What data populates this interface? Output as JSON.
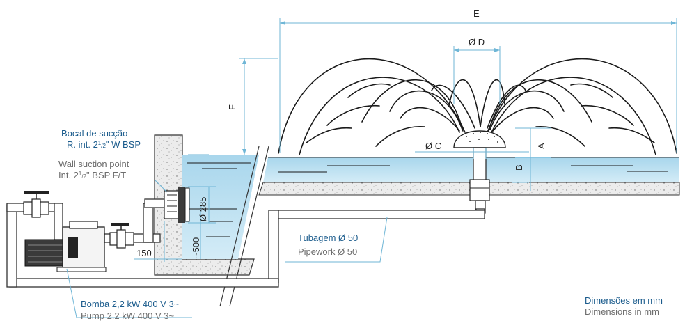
{
  "labels": {
    "dim_E": "E",
    "dim_D": "Ø D",
    "dim_F": "F",
    "dim_C": "Ø C",
    "dim_A": "A",
    "dim_B": "B",
    "dim_285": "Ø 285",
    "dim_500": "~500",
    "dim_150": "150",
    "suction_pt": "Bocal de sucção",
    "suction_pt_thread": "R. int. 2",
    "suction_en": "Wall suction point",
    "suction_en_thread": "Int. 2",
    "half_num": "1",
    "half_den": "/2",
    "suction_pt_suffix": "\" W BSP",
    "suction_en_suffix": "\" BSP F/T",
    "pipe_pt": "Tubagem Ø 50",
    "pipe_en": "Pipework Ø 50",
    "pump_pt": "Bomba  2,2 kW 400 V 3~",
    "pump_en": "Pump  2.2 kW 400 V 3~",
    "units_pt": "Dimensões em mm",
    "units_en": "Dimensions in mm"
  },
  "colors": {
    "water": "#bfe1f1",
    "water_dark": "#8fc7e0",
    "concrete": "#e9e9e9",
    "accent": "#1a5b8c",
    "dimension": "#6fb6d6"
  }
}
